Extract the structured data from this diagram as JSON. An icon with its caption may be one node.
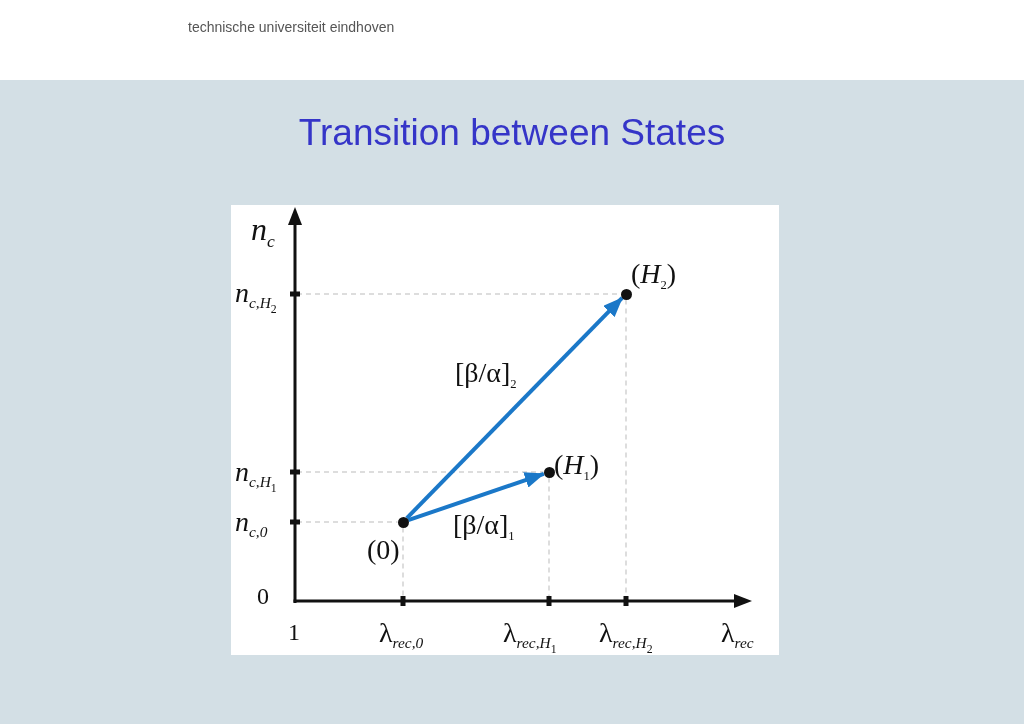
{
  "diagram": {
    "title": "Transition between States",
    "nodes": [
      {
        "text": [],
        "shape": "circle",
        "beside": [
          "(*H*$_{2}$)"
        ]
      },
      {
        "text": [],
        "shape": "circle",
        "beside": [
          "(*H*$_{1}$)"
        ]
      },
      {
        "text": [],
        "shape": "circle",
        "beside": [
          "(0)"
        ]
      }
    ],
    "edges": [
      {
        "from": 2,
        "to": 0,
        "arrow": "to",
        "label": "[β/α]$_{2}$"
      },
      {
        "from": 2,
        "to": 1,
        "arrow": "to",
        "label": "[β/α]$_{1}$"
      }
    ],
    "labels": [
      "technische universiteit eindhoven",
      "n$_{c}$",
      "n$_{c,H}$$_{2}$",
      "n$_{c,H}$$_{1}$",
      "n$_{c,0}$",
      "0",
      "1",
      "λ$_{rec,0}$",
      "λ$_{rec,H}$$_{1}$",
      "λ$_{rec,H}$$_{2}$",
      "λ$_{rec}$"
    ]
  }
}
